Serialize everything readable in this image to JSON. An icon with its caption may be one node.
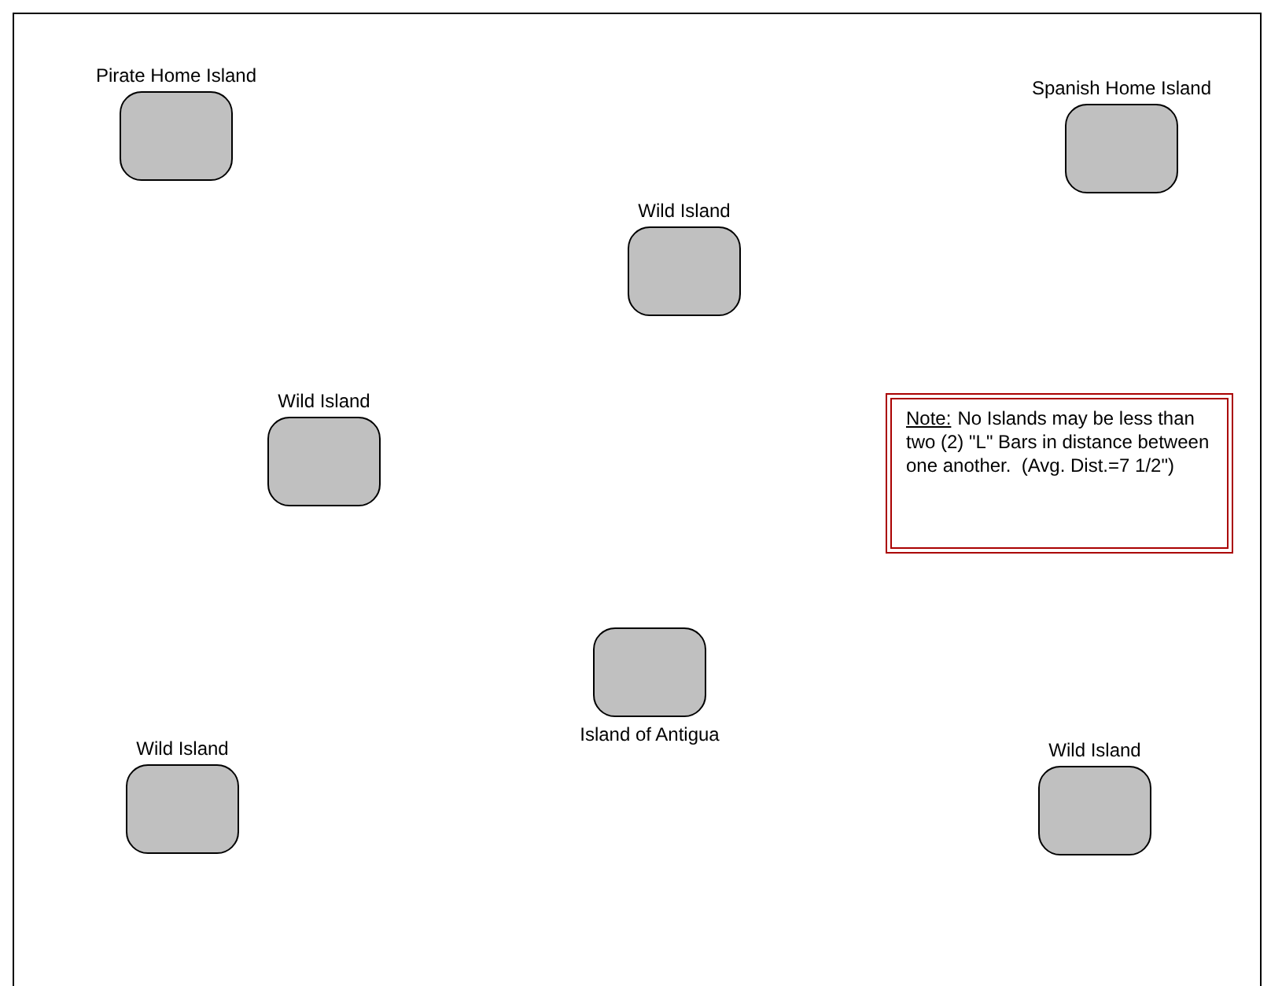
{
  "diagram": {
    "nodes": [
      {
        "text": [
          "Pirate Home Island"
        ]
      },
      {
        "text": [
          "Spanish Home Island"
        ]
      },
      {
        "text": [
          "Wild Island"
        ]
      },
      {
        "text": [
          "Wild Island"
        ]
      },
      {
        "text": [
          "Note:",
          "No Islands may be less than two (2) \"L\" Bars in distance between one another.  (Avg. Dist.=7 1/2\")"
        ]
      },
      {
        "text": [
          "Island of Antigua"
        ]
      },
      {
        "text": [
          "Wild Island"
        ]
      },
      {
        "text": [
          "Wild Island"
        ]
      }
    ]
  }
}
